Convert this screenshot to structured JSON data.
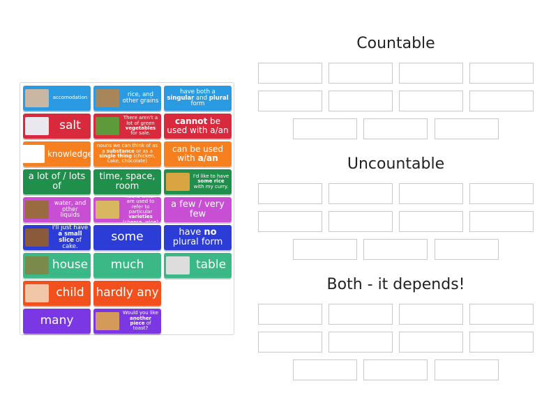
{
  "colors": {
    "blue": "#2a9be2",
    "red": "#d82a3c",
    "orange": "#f6801f",
    "darkgreen": "#208f4b",
    "pink": "#c84fd3",
    "indigo": "#2c3cd6",
    "teal": "#3ab885",
    "orangered": "#f2511e",
    "purple": "#7a37e3"
  },
  "tiles": [
    {
      "color": "blue",
      "size": "s7",
      "image": "bedroom",
      "parts": [
        [
          "accomodation",
          0
        ]
      ]
    },
    {
      "color": "blue",
      "size": "s8",
      "image": "grains",
      "parts": [
        [
          "rice, and other grains",
          0
        ]
      ]
    },
    {
      "color": "blue",
      "size": "s8",
      "parts": [
        [
          "have both a ",
          0
        ],
        [
          "singular",
          1
        ],
        [
          " and ",
          0
        ],
        [
          "plural",
          1
        ],
        [
          " form",
          0
        ]
      ]
    },
    {
      "color": "red",
      "size": "s17",
      "image": "salt-shaker",
      "parts": [
        [
          "salt",
          0
        ]
      ]
    },
    {
      "color": "red",
      "size": "s7",
      "image": "vegetables",
      "parts": [
        [
          "There aren't a lot of green ",
          0
        ],
        [
          "vegetables",
          1
        ],
        [
          " for sale.",
          0
        ]
      ]
    },
    {
      "color": "red",
      "size": "s11",
      "parts": [
        [
          "cannot",
          1
        ],
        [
          " be used with a/an",
          0
        ]
      ]
    },
    {
      "color": "orange",
      "size": "s11",
      "image": "knowledge",
      "parts": [
        [
          "knowledge",
          0
        ]
      ]
    },
    {
      "color": "orange",
      "size": "s7",
      "parts": [
        [
          "nouns we can think of as a ",
          0
        ],
        [
          "substance",
          1
        ],
        [
          " or as a ",
          0
        ],
        [
          "single thing",
          1
        ],
        [
          " (chicken, cake, chocolate)",
          0
        ]
      ]
    },
    {
      "color": "orange",
      "size": "s11",
      "parts": [
        [
          "can be used with ",
          0
        ],
        [
          "a/an",
          1
        ]
      ]
    },
    {
      "color": "darkgreen",
      "size": "s13",
      "parts": [
        [
          "a lot of / lots of",
          0
        ]
      ]
    },
    {
      "color": "darkgreen",
      "size": "s13",
      "parts": [
        [
          "time, space, room",
          0
        ]
      ]
    },
    {
      "color": "darkgreen",
      "size": "s7",
      "image": "curry",
      "parts": [
        [
          "I'd like to have ",
          0
        ],
        [
          "some rice",
          1
        ],
        [
          " with my curry.",
          0
        ]
      ]
    },
    {
      "color": "pink",
      "size": "s8",
      "image": "liquids",
      "parts": [
        [
          "water, and other liquids",
          0
        ]
      ]
    },
    {
      "color": "pink",
      "size": "s7",
      "image": "cheese",
      "parts": [
        [
          "nouns which are used to refer to particular ",
          0
        ],
        [
          "varieties",
          1
        ],
        [
          " (cheese, wine)",
          0
        ]
      ]
    },
    {
      "color": "pink",
      "size": "s13",
      "parts": [
        [
          "a few / very few",
          0
        ]
      ]
    },
    {
      "color": "indigo",
      "size": "s8",
      "image": "cake",
      "parts": [
        [
          "I'll just have ",
          0
        ],
        [
          "a small slice",
          1
        ],
        [
          " of cake.",
          0
        ]
      ]
    },
    {
      "color": "indigo",
      "size": "s17",
      "parts": [
        [
          "some",
          0
        ]
      ]
    },
    {
      "color": "indigo",
      "size": "s13",
      "parts": [
        [
          "have ",
          0
        ],
        [
          "no",
          1
        ],
        [
          " plural form",
          0
        ]
      ]
    },
    {
      "color": "teal",
      "size": "s17",
      "image": "house",
      "parts": [
        [
          "house",
          0
        ]
      ]
    },
    {
      "color": "teal",
      "size": "s17",
      "parts": [
        [
          "much",
          0
        ]
      ]
    },
    {
      "color": "teal",
      "size": "s17",
      "image": "table",
      "parts": [
        [
          "table",
          0
        ]
      ]
    },
    {
      "color": "orangered",
      "size": "s17",
      "image": "child",
      "parts": [
        [
          "child",
          0
        ]
      ]
    },
    {
      "color": "orangered",
      "size": "s17",
      "parts": [
        [
          "hardly any",
          0
        ]
      ]
    },
    null,
    {
      "color": "purple",
      "size": "s17",
      "parts": [
        [
          "many",
          0
        ]
      ]
    },
    {
      "color": "purple",
      "size": "s7",
      "image": "toast",
      "parts": [
        [
          "Would you like ",
          0
        ],
        [
          "another piece",
          1
        ],
        [
          " of toast?",
          0
        ]
      ]
    }
  ],
  "groups": [
    {
      "title": "Countable"
    },
    {
      "title": "Uncountable"
    },
    {
      "title": "Both - it depends!"
    }
  ]
}
